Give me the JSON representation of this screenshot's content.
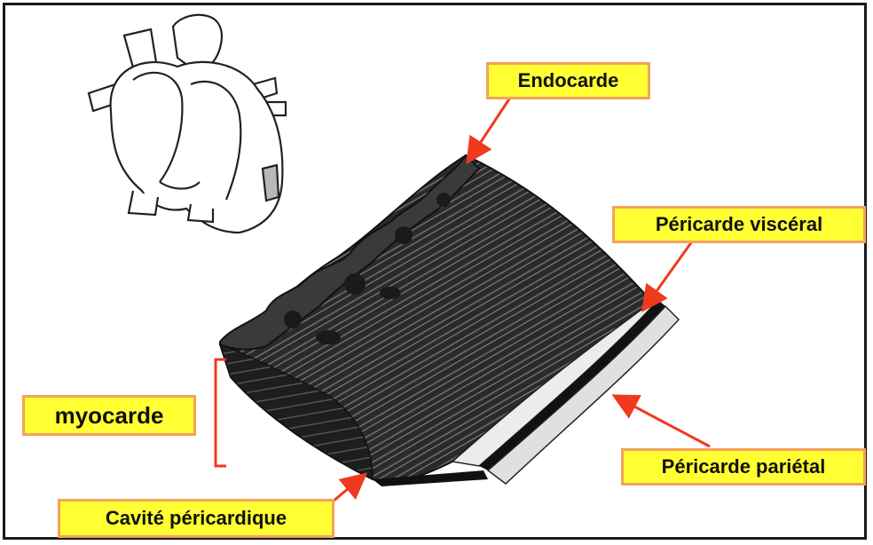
{
  "labels": {
    "endocarde": "Endocarde",
    "pericarde_visceral": "Péricarde viscéral",
    "pericarde_parietal": "Péricarde pariétal",
    "myocarde": "myocarde",
    "cavite_pericardique": "Cavité péricardique"
  },
  "colors": {
    "label_fill": "#ffff33",
    "label_border": "#f3a25a",
    "arrow": "#f03a1e",
    "muscle_dark": "#1c1c1c",
    "muscle_mid": "#5a5a5a",
    "pericardium_light": "#e6e6e6",
    "frame": "#1a1a1a"
  }
}
